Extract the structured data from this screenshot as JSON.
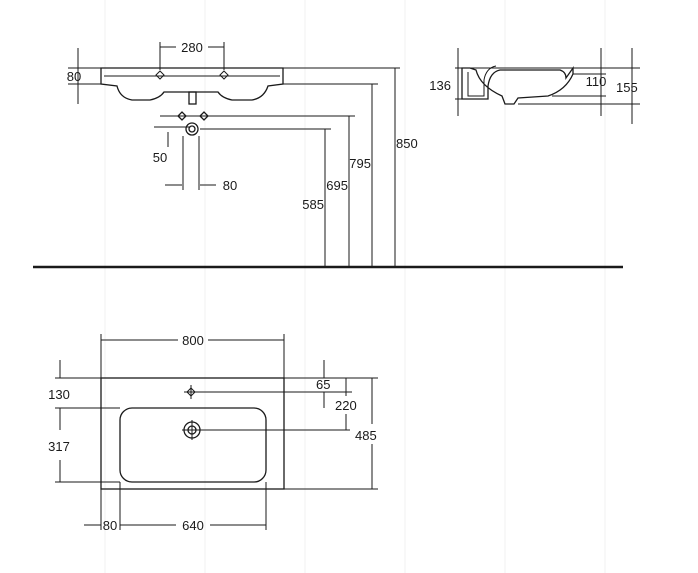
{
  "front_view": {
    "dim_tap_spacing": "280",
    "dim_rim_height": "80",
    "dim_trap_offset": "50",
    "dim_trap_width": "80",
    "dim_waste_height": "585",
    "dim_supply_height": "695",
    "dim_rim_top_height": "795",
    "dim_overall_height": "850"
  },
  "side_view": {
    "dim_bowl_depth": "136",
    "dim_inner_depth": "110",
    "dim_outer_depth": "155"
  },
  "plan_view": {
    "dim_overall_width": "800",
    "dim_tap_from_back": "130",
    "dim_waste_from_front": "317",
    "dim_tap_offset": "65",
    "dim_waste_from_back": "220",
    "dim_overall_depth": "485",
    "dim_side_margin": "80",
    "dim_bowl_width": "640"
  }
}
